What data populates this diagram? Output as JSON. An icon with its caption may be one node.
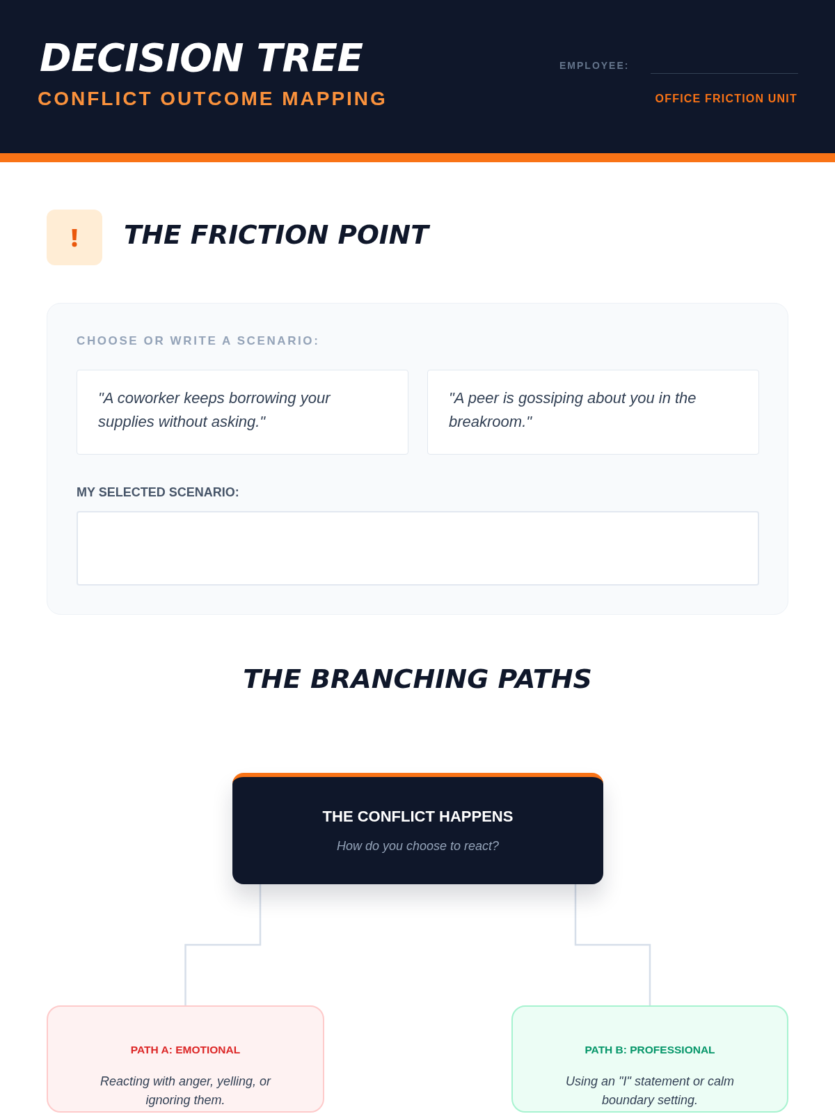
{
  "diagram": {
    "title": "DECISION TREE",
    "nodes": [
      {
        "text": [
          "CHOOSE OR WRITE A SCENARIO:",
          "MY SELECTED SCENARIO:"
        ]
      },
      {
        "text": [
          "\"A coworker keeps borrowing your supplies without asking.\""
        ],
        "in": 0
      },
      {
        "text": [
          "\"A peer is gossiping about you in the breakroom.\""
        ],
        "in": 0
      },
      {
        "text": [],
        "shape": "box",
        "in": 0
      },
      {
        "text": [
          "THE CONFLICT HAPPENS",
          "How do you choose to react?"
        ]
      },
      {
        "text": [
          "PATH A: EMOTIONAL",
          "Reacting with anger, yelling, or ignoring them."
        ]
      },
      {
        "text": [
          "PATH B: PROFESSIONAL",
          "Using an \"I\" statement or calm boundary setting."
        ]
      }
    ],
    "edges": [
      {
        "from": 4,
        "to": 5,
        "arrow": "none"
      },
      {
        "from": 4,
        "to": 6,
        "arrow": "none"
      }
    ],
    "labels": [
      "CONFLICT OUTCOME MAPPING",
      "EMPLOYEE:",
      "OFFICE FRICTION UNIT",
      "THE FRICTION POINT",
      "THE BRANCHING PATHS"
    ]
  }
}
